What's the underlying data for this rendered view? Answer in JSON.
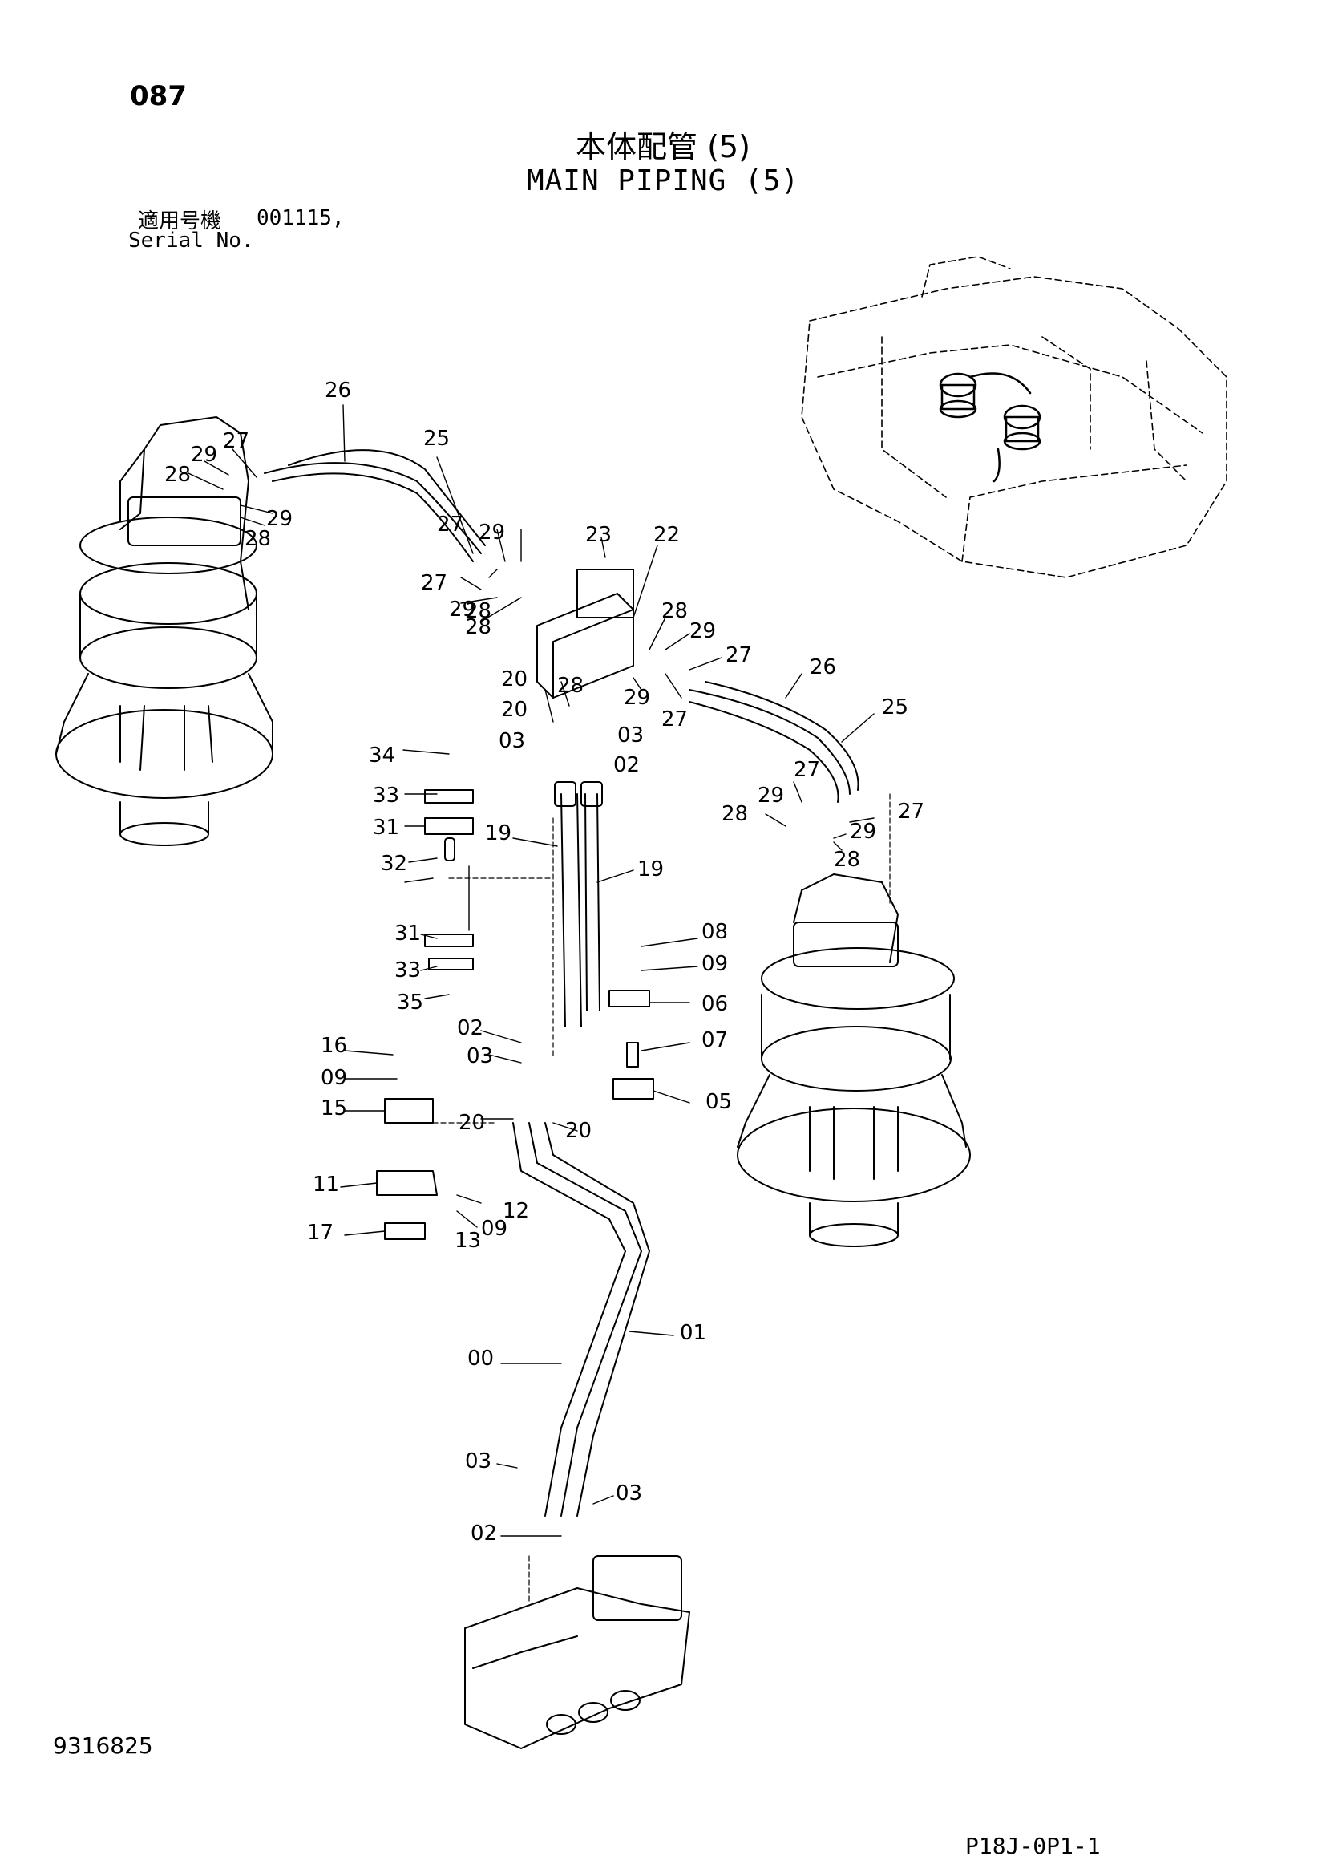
{
  "header": {
    "page_number": "087",
    "title_jp": "本体配管 (5)",
    "title_en": "MAIN PIPING (5)",
    "serial_label_jp": "適用号機",
    "serial_number": "001115,",
    "serial_label_en": "Serial No."
  },
  "footer": {
    "document_number": "9316825",
    "figure_code": "P18J-0P1-1"
  },
  "part_labels": [
    "26",
    "25",
    "29",
    "27",
    "28",
    "29",
    "28",
    "27",
    "29",
    "28",
    "23",
    "22",
    "27",
    "29",
    "28",
    "28",
    "29",
    "27",
    "26",
    "20",
    "28",
    "29",
    "27",
    "25",
    "20",
    "03",
    "03",
    "02",
    "34",
    "33",
    "31",
    "32",
    "19",
    "19",
    "29",
    "27",
    "28",
    "27",
    "29",
    "28",
    "08",
    "09",
    "06",
    "31",
    "33",
    "35",
    "02",
    "03",
    "07",
    "16",
    "09",
    "15",
    "20",
    "20",
    "05",
    "11",
    "12",
    "09",
    "13",
    "17",
    "01",
    "00",
    "03",
    "03",
    "02"
  ]
}
